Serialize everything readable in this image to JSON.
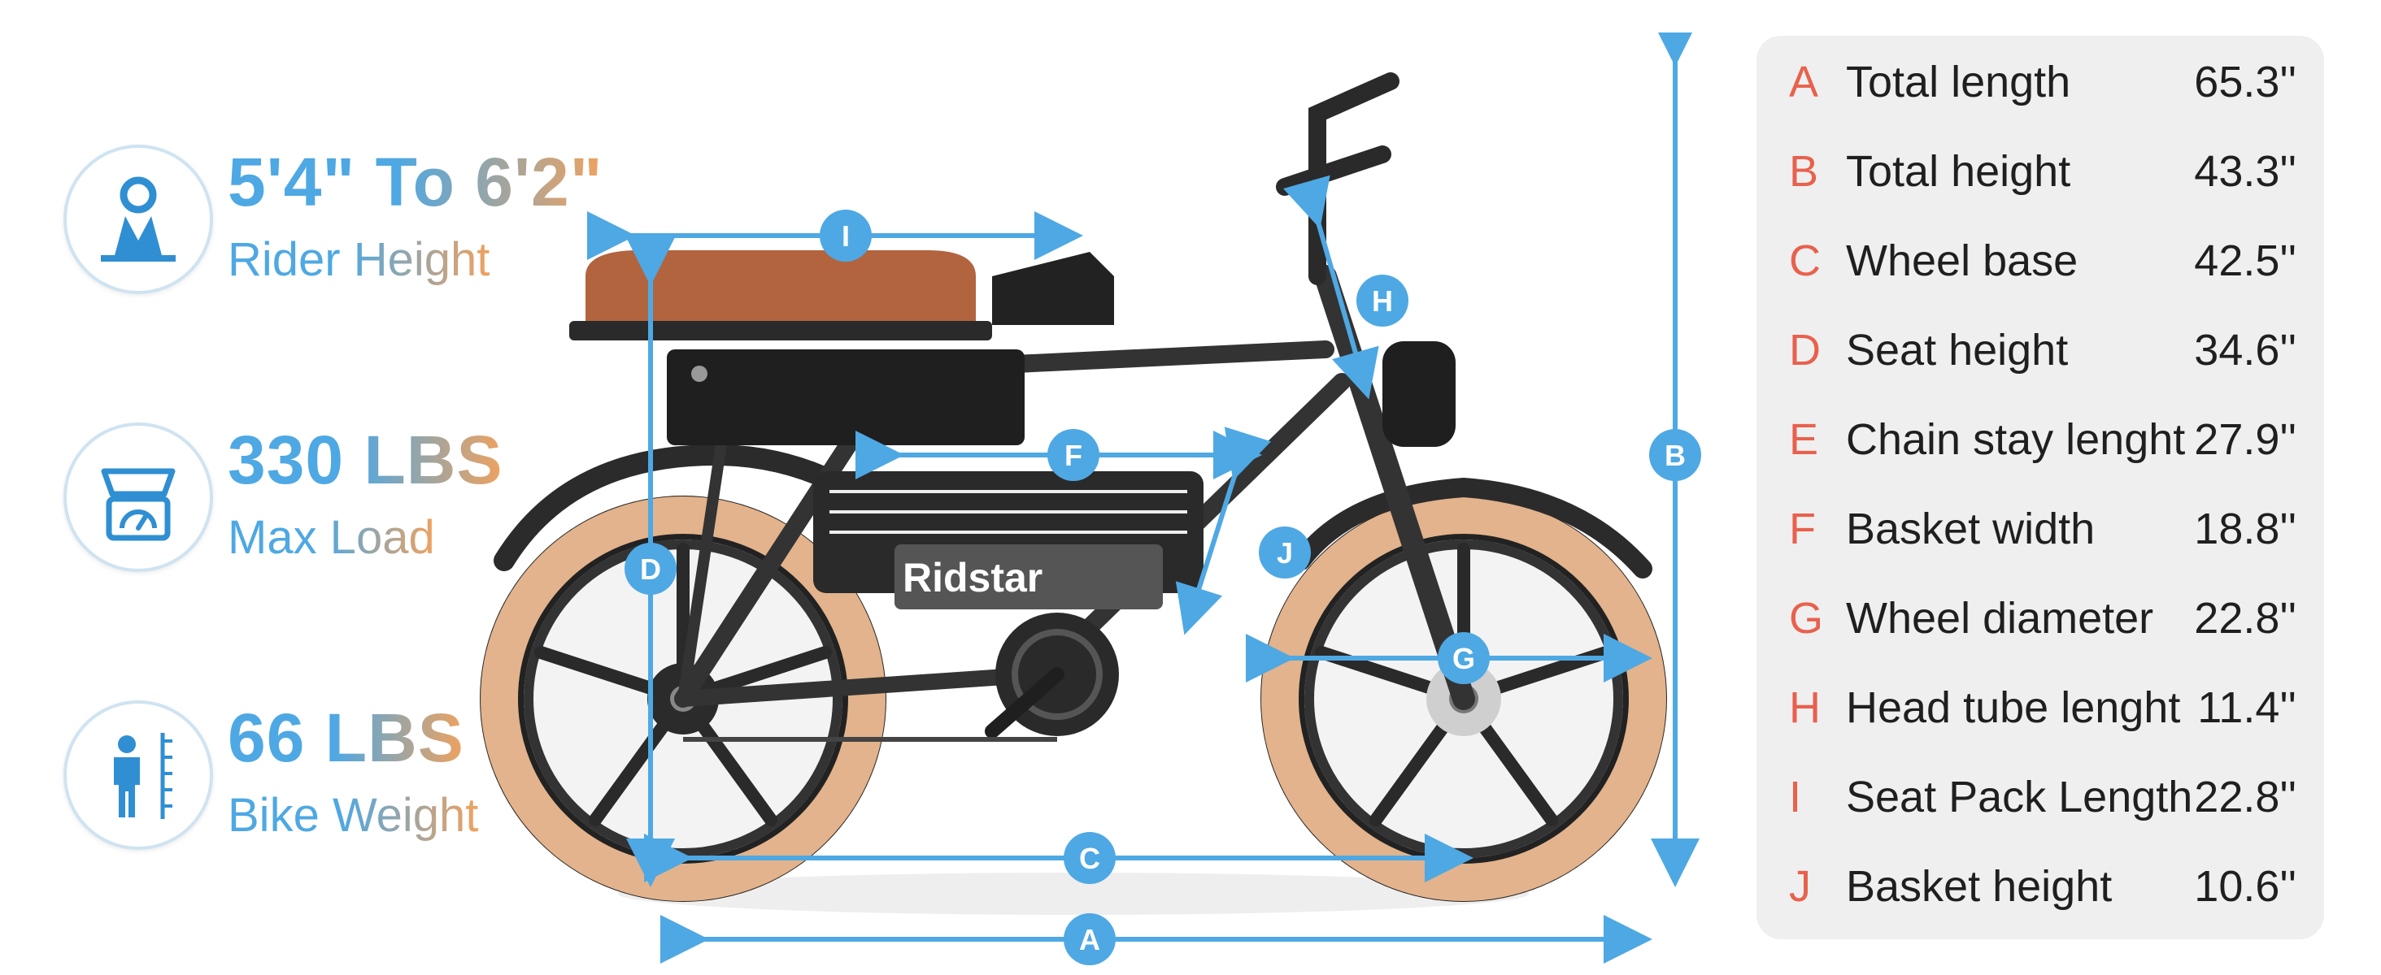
{
  "stats": [
    {
      "value": "5'4\" To 6'2\"",
      "label": "Rider Height",
      "icon": "rider-height-icon"
    },
    {
      "value": "330 LBS",
      "label": "Max Load",
      "icon": "scale-icon"
    },
    {
      "value": "66 LBS",
      "label": "Bike Weight",
      "icon": "person-ruler-icon"
    }
  ],
  "bike": {
    "brand": "Ridstar",
    "markers": [
      "A",
      "B",
      "C",
      "D",
      "F",
      "G",
      "H",
      "I",
      "J"
    ]
  },
  "specs": [
    {
      "letter": "A",
      "name": "Total length",
      "value": "65.3''"
    },
    {
      "letter": "B",
      "name": "Total height",
      "value": "43.3''"
    },
    {
      "letter": "C",
      "name": "Wheel base",
      "value": "42.5''"
    },
    {
      "letter": "D",
      "name": "Seat height",
      "value": "34.6''"
    },
    {
      "letter": "E",
      "name": "Chain stay lenght",
      "value": "27.9''"
    },
    {
      "letter": "F",
      "name": "Basket width",
      "value": "18.8''"
    },
    {
      "letter": "G",
      "name": "Wheel diameter",
      "value": "22.8''"
    },
    {
      "letter": "H",
      "name": "Head tube lenght",
      "value": "11.4''"
    },
    {
      "letter": "I",
      "name": "Seat Pack Length",
      "value": "22.8''"
    },
    {
      "letter": "J",
      "name": "Basket height",
      "value": "10.6''"
    }
  ],
  "colors": {
    "accent_blue": "#4ea8e3",
    "accent_orange": "#f0a25f",
    "letter_red": "#e8614d",
    "tire_tan": "#e2b38c",
    "seat_brown": "#b2643f"
  }
}
